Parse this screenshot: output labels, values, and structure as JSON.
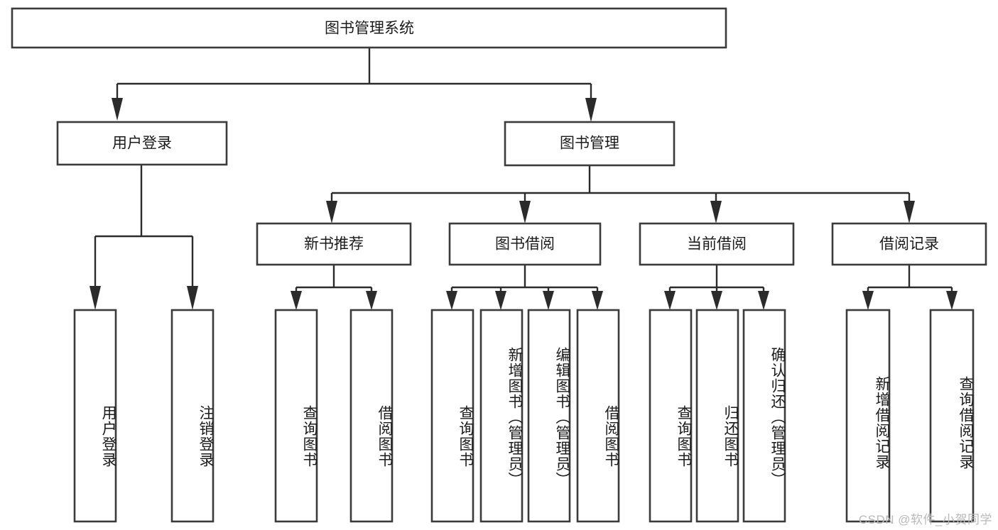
{
  "diagram": {
    "title": "图书管理系统",
    "type": "tree-hierarchy",
    "watermark": "CSDN @软件_小贺同学",
    "colors": {
      "box_fill": "#ffffff",
      "box_stroke": "#3b3b3b",
      "connector": "#2b2b2b",
      "text": "#1b1b1b",
      "watermark": "#b9b9b9",
      "background": "#ffffff"
    },
    "root": {
      "label": "图书管理系统"
    },
    "level2": [
      {
        "label": "用户登录"
      },
      {
        "label": "图书管理"
      }
    ],
    "level3": [
      {
        "label": "新书推荐"
      },
      {
        "label": "图书借阅"
      },
      {
        "label": "当前借阅"
      },
      {
        "label": "借阅记录"
      }
    ],
    "leaves": {
      "user_login": [
        {
          "label": "用户登录"
        },
        {
          "label": "注销登录"
        }
      ],
      "new_book_recommend": [
        {
          "label": "查询图书"
        },
        {
          "label": "借阅图书"
        }
      ],
      "book_borrow": [
        {
          "label": "查询图书"
        },
        {
          "label": "新增图书（管理员）"
        },
        {
          "label": "编辑图书（管理员）"
        },
        {
          "label": "借阅图书"
        }
      ],
      "current_borrow": [
        {
          "label": "查询图书"
        },
        {
          "label": "归还图书"
        },
        {
          "label": "确认归还（管理员）"
        }
      ],
      "borrow_record": [
        {
          "label": "新增借阅记录"
        },
        {
          "label": "查询借阅记录"
        }
      ]
    }
  }
}
